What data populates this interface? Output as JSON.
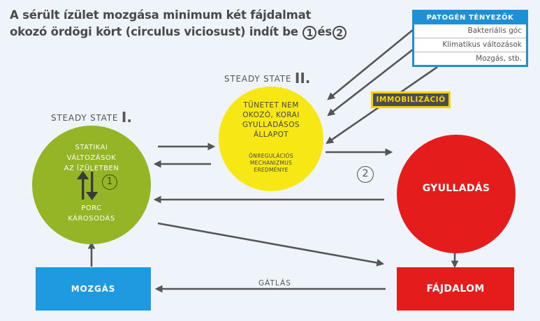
{
  "title": {
    "line1": "A sérült ízület mozgása minimum két fájdalmat",
    "line2_pre": "okozó ördögi kört (circulus viciosust) indít be",
    "num1": "1",
    "line2_mid": "és",
    "num2": "2"
  },
  "patogen": {
    "header": "PATOGÉN TÉNYEZŐK",
    "items": [
      "Bakteriális góc",
      "Klimatikus változások",
      "Mozgás, stb."
    ]
  },
  "immobilization": "IMMOBILIZÁCIÓ",
  "steady_state_1": {
    "prefix": "STEADY STATE",
    "roman": "I."
  },
  "steady_state_2": {
    "prefix": "STEADY STATE",
    "roman": "II."
  },
  "green_circle": {
    "top_lines": [
      "STATIKAI",
      "VÁLTOZÁSOK",
      "AZ ÍZÜLETBEN"
    ],
    "number": "1",
    "bottom_lines": [
      "PORC",
      "KÁROSODÁS"
    ]
  },
  "yellow_circle": {
    "main_lines": [
      "TÜNETET NEM",
      "OKOZÓ, KORAI",
      "GYULLADÁSOS",
      "ÁLLAPOT"
    ],
    "sub_lines": [
      "ÖNREGULÁCIÓS",
      "MECHANIZMUS",
      "EREDMÉNYE"
    ]
  },
  "red_circle": "GYULLADÁS",
  "number_2": "2",
  "box_mozgas": "MOZGÁS",
  "box_fajdalom": "FÁJDALOM",
  "gatlas": "GÁTLÁS",
  "colors": {
    "green": "#94b526",
    "yellow": "#f7e714",
    "red": "#e41c1c",
    "blue": "#1e9be0",
    "arrow": "#555555"
  }
}
